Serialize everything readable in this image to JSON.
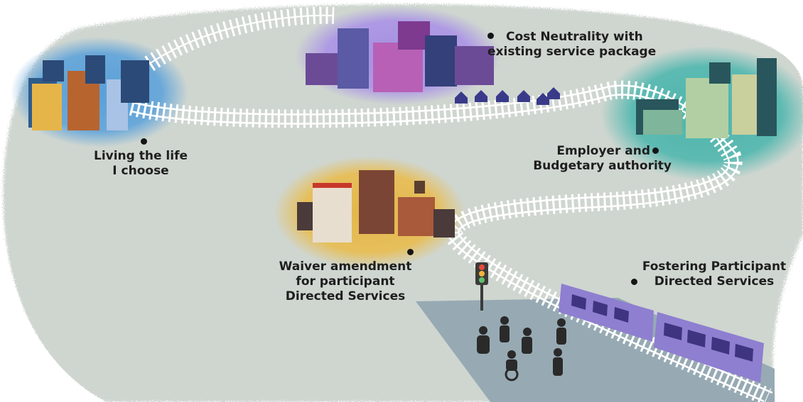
{
  "stops": {
    "living": {
      "line1": "Living the life",
      "line2": "I choose"
    },
    "cost": {
      "line1": "Cost Neutrality with",
      "line2": "existing service package"
    },
    "employer": {
      "line1": "Employer and",
      "line2": "Budgetary authority"
    },
    "waiver": {
      "line1": "Waiver amendment",
      "line2": "for participant",
      "line3": "Directed Services"
    },
    "fostering": {
      "line1": "Fostering Participant",
      "line2": "Directed Services"
    }
  },
  "colors": {
    "ground": "#cfd6d0",
    "rail": "#ffffff",
    "blue_city_glow": "#5aa0d8",
    "purple_city_glow": "#a48fe0",
    "teal_city_glow": "#4fb5ad",
    "gold_city_glow": "#e2b64a",
    "plaza": "#97aab3",
    "train": "#8e7fd0",
    "train_window": "#3e3480"
  }
}
